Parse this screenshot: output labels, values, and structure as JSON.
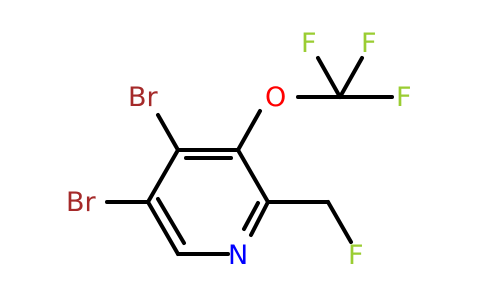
{
  "molecule": {
    "atoms": {
      "br_upper": {
        "label": "Br",
        "color": "#a52a2a"
      },
      "br_lower": {
        "label": "Br",
        "color": "#a52a2a"
      },
      "oxygen": {
        "label": "O",
        "color": "#ff0000"
      },
      "fluorine_1": {
        "label": "F",
        "color": "#9acd32"
      },
      "fluorine_2": {
        "label": "F",
        "color": "#9acd32"
      },
      "fluorine_3": {
        "label": "F",
        "color": "#9acd32"
      },
      "fluorine_ch2f": {
        "label": "F",
        "color": "#9acd32"
      },
      "nitrogen": {
        "label": "N",
        "color": "#0000ff"
      }
    },
    "bond_color": "#000000"
  }
}
